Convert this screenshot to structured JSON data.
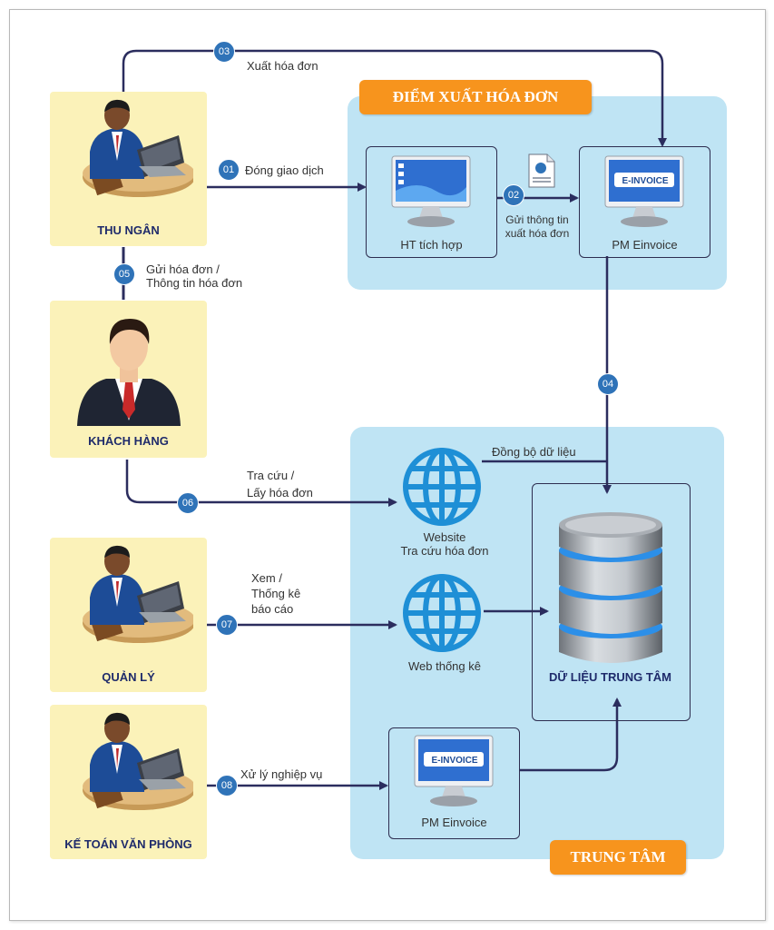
{
  "zones": {
    "issue_point": "ĐIỂM XUẤT HÓA ĐƠN",
    "center": "TRUNG TÂM"
  },
  "actors": {
    "cashier": "THU NGÂN",
    "customer": "KHÁCH HÀNG",
    "manager": "QUẢN LÝ",
    "accountant": "KẾ TOÁN VĂN PHÒNG"
  },
  "nodes": {
    "integrated_system": "HT tích hợp",
    "pm_einvoice_top": "PM Einvoice",
    "website_line1": "Website",
    "website_line2": "Tra cứu hóa đơn",
    "web_stats": "Web thống kê",
    "central_data": "DỮ LIỆU TRUNG TÂM",
    "pm_einvoice_bottom": "PM Einvoice",
    "einvoice_logo": "E-INVOICE"
  },
  "steps": [
    {
      "num": "01",
      "label": "Đóng giao dịch"
    },
    {
      "num": "02",
      "label_line1": "Gửi thông tin",
      "label_line2": "xuất hóa đơn"
    },
    {
      "num": "03",
      "label": "Xuất hóa đơn"
    },
    {
      "num": "04",
      "label": "Đồng bộ dữ liệu"
    },
    {
      "num": "05",
      "label_line1": "Gửi hóa đơn /",
      "label_line2": "Thông tin hóa đơn"
    },
    {
      "num": "06",
      "label_line1": "Tra cứu /",
      "label_line2": "Lấy hóa đơn"
    },
    {
      "num": "07",
      "label_line1": "Xem /",
      "label_line2": "Thống kê",
      "label_line3": "báo cáo"
    },
    {
      "num": "08",
      "label": "Xử lý nghiệp vụ"
    }
  ],
  "colors": {
    "zone_bg": "#bfe4f4",
    "zone_tag": "#f7941d",
    "actor_bg": "#fbf2b9",
    "connector": "#2b2d5e",
    "badge": "#2f73b8",
    "globe": "#1e8fd6"
  }
}
